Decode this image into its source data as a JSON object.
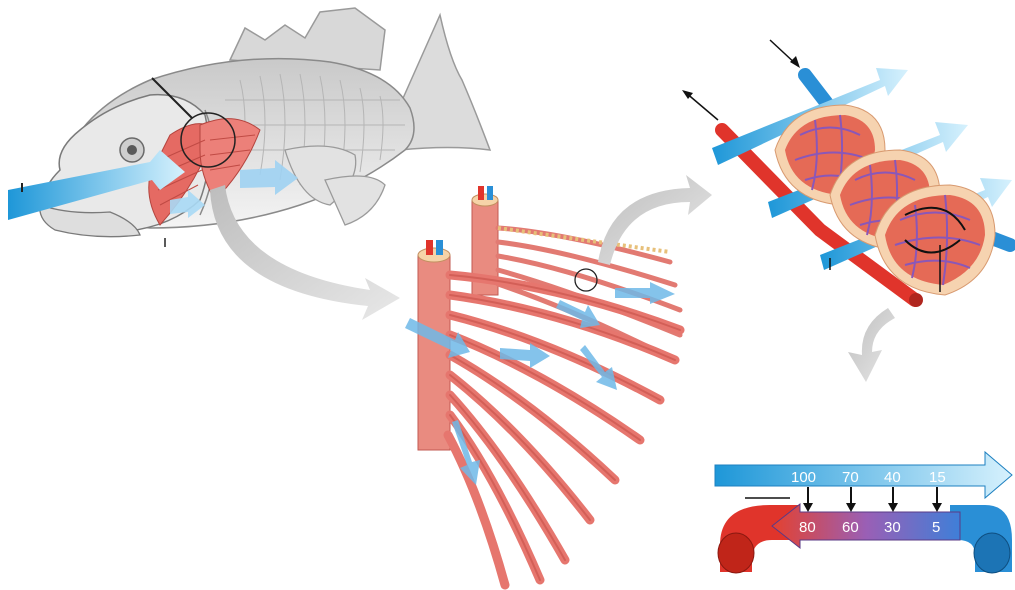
{
  "labels": {
    "water_values": [
      "100",
      "70",
      "40",
      "15"
    ],
    "blood_values": [
      "80",
      "60",
      "30",
      "5"
    ]
  },
  "colors": {
    "water": "#3fa9e0",
    "water_light": "#bfe6fb",
    "gill": "#e8736e",
    "artery_red": "#e0342b",
    "vein_blue": "#2a8fd6",
    "capillary_purple": "#8a57b8"
  }
}
